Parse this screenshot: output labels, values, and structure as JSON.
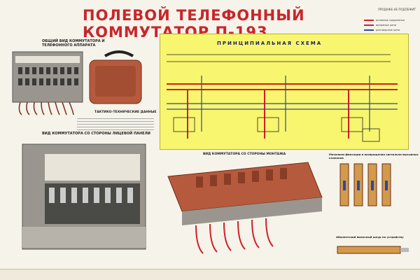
{
  "poster": {
    "title": "ПОЛЕВОЙ ТЕЛЕФОННЫЙ КОММУТАТОР П-193",
    "corner_note": "ПРОДАЖЕ НЕ ПОДЛЕЖИТ",
    "labels": {
      "general_view": "ОБЩИЙ ВИД КОММУТАТОРА И ТЕЛЕФОННОГО АППАРАТА",
      "tech_data": "ТАКТИКО-ТЕХНИЧЕСКИЕ ДАННЫЕ",
      "front_view": "ВИД КОММУТАТОРА СО СТОРОНЫ ЛИЦЕВОЙ ПАНЕЛИ",
      "mount_view": "ВИД КОММУТАТОРА СО СТОРОНЫ МОНТАЖА",
      "schema": "ПРИНЦИПИАЛЬНАЯ СХЕМА",
      "mechanism": "Механизм фиксации и возвращения сигнально-вызывных клапанов",
      "plug": "Абонентский вилочный шнур по устройству"
    },
    "legend": [
      {
        "label": "основные соединения",
        "color": "#d11e2a"
      },
      {
        "label": "вызывные цепи",
        "color": "#c81e50"
      },
      {
        "label": "разговорные цепи",
        "color": "#2c4a9c"
      }
    ],
    "colors": {
      "title": "#c8262b",
      "schema_bg": "#f8f66e",
      "wire_red": "#d11e2a",
      "wire_blue": "#2c4a9c",
      "metal": "#8f8b84",
      "copper": "#b65a3d"
    }
  }
}
